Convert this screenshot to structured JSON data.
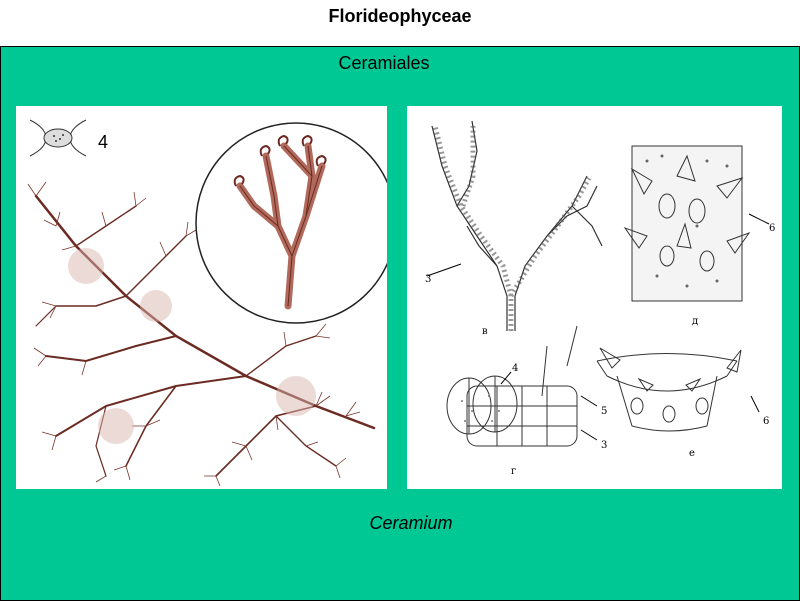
{
  "header": {
    "title": "Florideophyceae"
  },
  "section": {
    "title": "Ceramiales"
  },
  "species": {
    "name": "Ceramium"
  },
  "left_figure": {
    "label": "4"
  },
  "right_figure": {
    "label_v": "в",
    "label_d": "д",
    "label_g": "г",
    "label_e": "е",
    "callout_3a": "3",
    "callout_6a": "6",
    "callout_4": "4",
    "callout_5": "5",
    "callout_3b": "3",
    "callout_6b": "6"
  },
  "colors": {
    "panel": "#00c895",
    "alga": "#6b2a22",
    "drawing": "#333333"
  }
}
